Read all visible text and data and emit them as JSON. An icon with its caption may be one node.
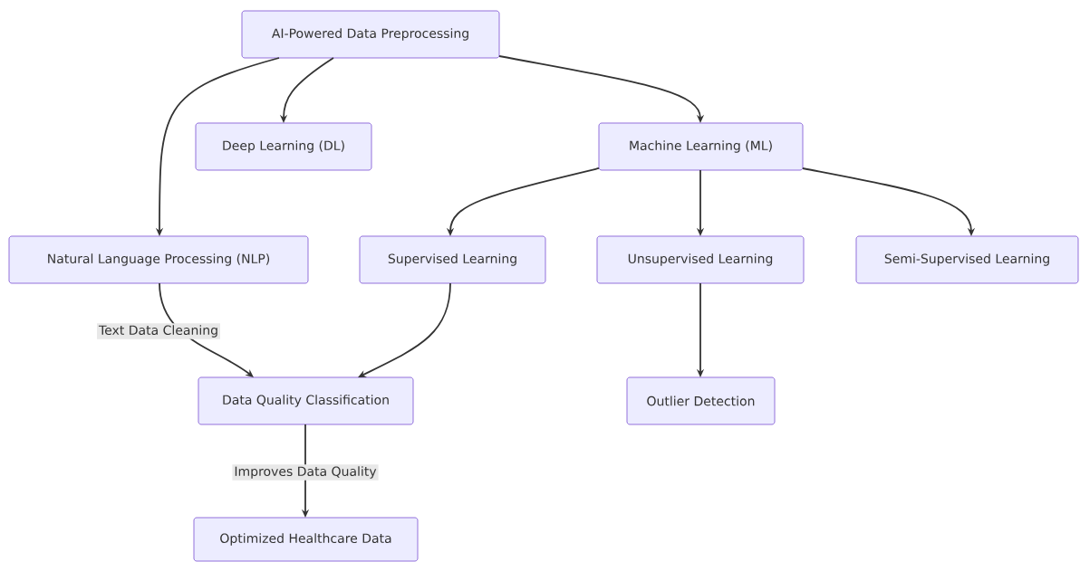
{
  "diagram": {
    "nodes": [
      {
        "text": [
          "AI-Powered Data Preprocessing"
        ]
      },
      {
        "text": [
          "Deep Learning (DL)"
        ]
      },
      {
        "text": [
          "Machine Learning (ML)"
        ]
      },
      {
        "text": [
          "Natural Language Processing (NLP)"
        ]
      },
      {
        "text": [
          "Supervised Learning"
        ]
      },
      {
        "text": [
          "Unsupervised Learning"
        ]
      },
      {
        "text": [
          "Semi-Supervised Learning"
        ]
      },
      {
        "text": [
          "Data Quality Classification"
        ]
      },
      {
        "text": [
          "Outlier Detection"
        ]
      },
      {
        "text": [
          "Optimized Healthcare Data"
        ]
      }
    ],
    "edges": [
      {
        "from": 0,
        "to": 3,
        "arrow": "to"
      },
      {
        "from": 0,
        "to": 1,
        "arrow": "to"
      },
      {
        "from": 0,
        "to": 2,
        "arrow": "to"
      },
      {
        "from": 2,
        "to": 4,
        "arrow": "to"
      },
      {
        "from": 2,
        "to": 5,
        "arrow": "to"
      },
      {
        "from": 2,
        "to": 6,
        "arrow": "to"
      },
      {
        "from": 3,
        "to": 7,
        "label": "Text Data Cleaning",
        "arrow": "to"
      },
      {
        "from": 4,
        "to": 7,
        "arrow": "to"
      },
      {
        "from": 5,
        "to": 8,
        "arrow": "to"
      },
      {
        "from": 7,
        "to": 9,
        "label": "Improves Data Quality",
        "arrow": "to"
      }
    ]
  }
}
